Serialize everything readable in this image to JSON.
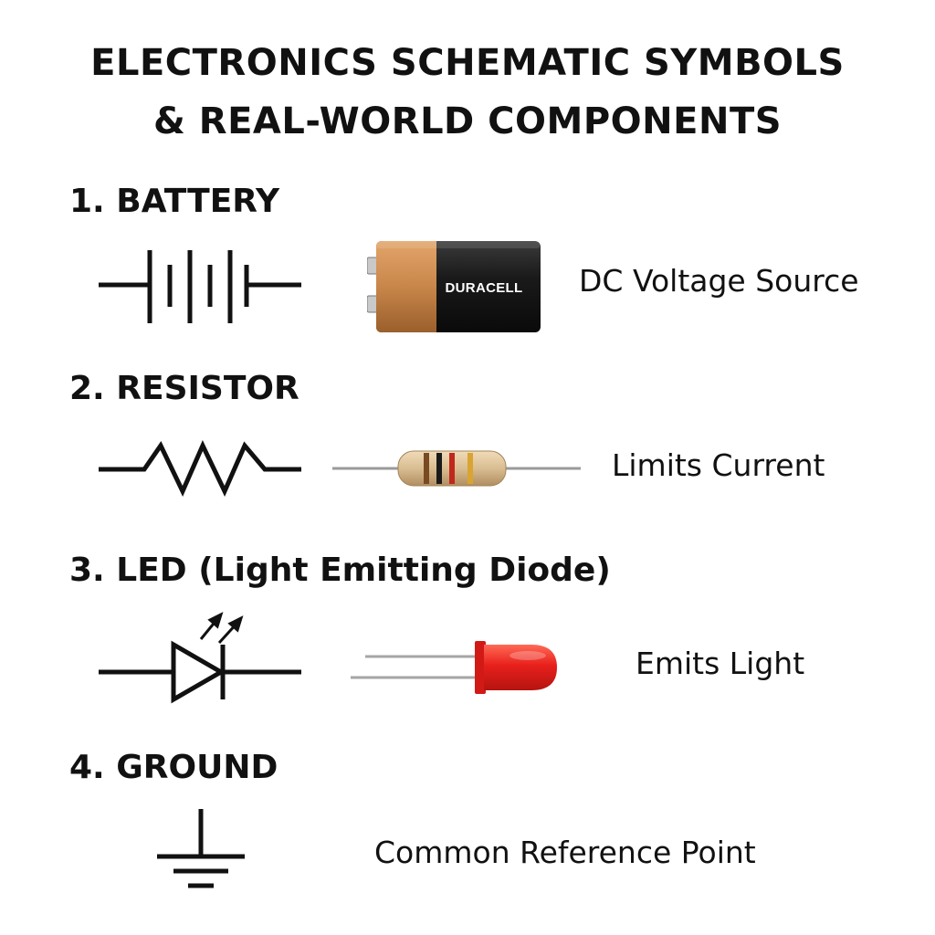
{
  "title": {
    "line1": "ELECTRONICS SCHEMATIC SYMBOLS",
    "line2": "& REAL-WORLD COMPONENTS"
  },
  "sections": [
    {
      "heading": "1. BATTERY",
      "description": "DC Voltage Source",
      "photo_label": "DURACELL",
      "symbol_icon": "battery-symbol-icon",
      "photo_icon": "9v-battery-icon"
    },
    {
      "heading": "2. RESISTOR",
      "description": "Limits Current",
      "symbol_icon": "resistor-symbol-icon",
      "photo_icon": "resistor-component-icon"
    },
    {
      "heading": "3. LED (Light Emitting Diode)",
      "description": "Emits Light",
      "symbol_icon": "led-symbol-icon",
      "photo_icon": "red-led-icon"
    },
    {
      "heading": "4. GROUND",
      "description": "Common Reference Point",
      "symbol_icon": "ground-symbol-icon"
    }
  ],
  "colors": {
    "text": "#111111",
    "battery_copper": "#c8864a",
    "battery_black": "#1a1a1a",
    "resistor_body": "#d9bd92",
    "led_red": "#e8201c"
  }
}
